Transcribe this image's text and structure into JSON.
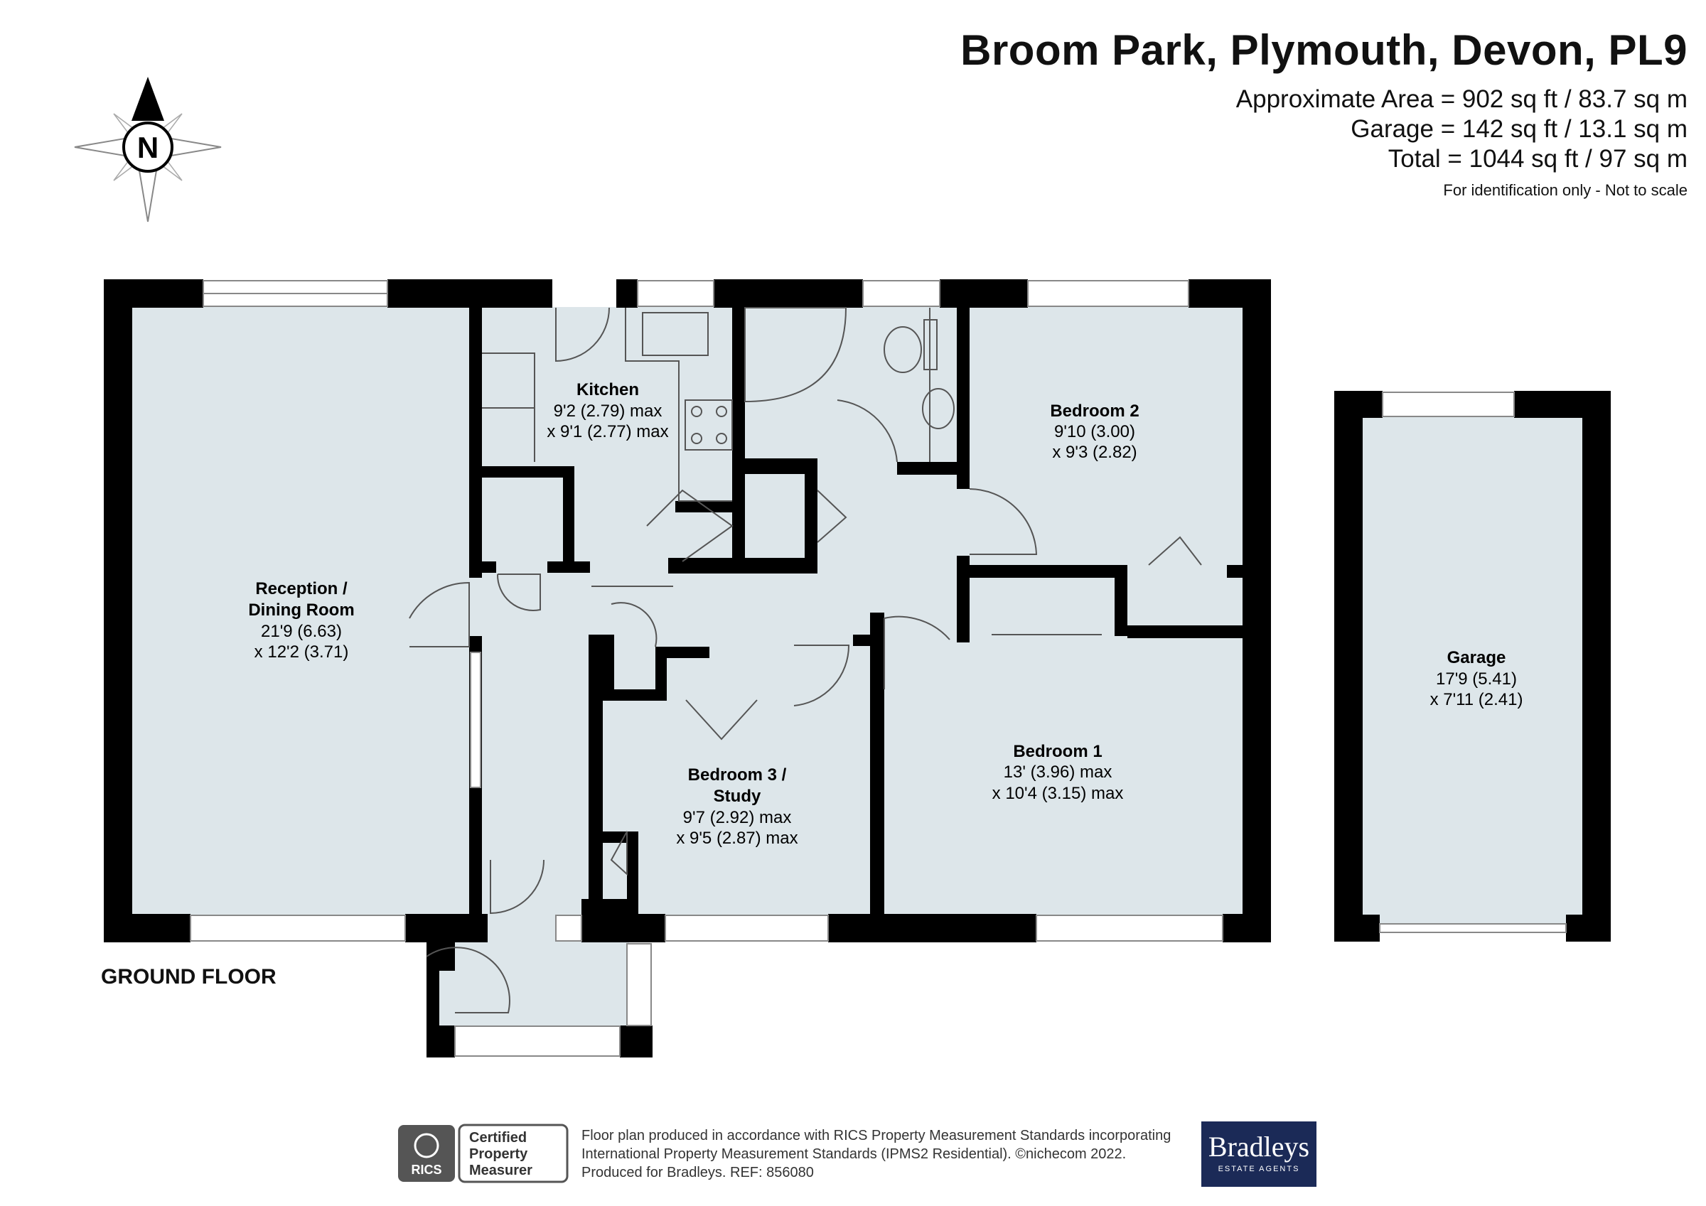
{
  "header": {
    "title": "Broom Park, Plymouth, Devon, PL9",
    "approx_area": "Approximate Area = 902 sq ft / 83.7 sq m",
    "garage_area": "Garage = 142 sq ft / 13.1 sq m",
    "total_area": "Total = 1044 sq ft / 97 sq m",
    "note": "For identification only - Not to scale"
  },
  "compass": {
    "label": "N"
  },
  "floor_label": "GROUND FLOOR",
  "rooms": {
    "reception": {
      "name_1": "Reception /",
      "name_2": "Dining Room",
      "dim_1": "21'9 (6.63)",
      "dim_2": "x 12'2 (3.71)"
    },
    "kitchen": {
      "name": "Kitchen",
      "dim_1": "9'2 (2.79) max",
      "dim_2": "x 9'1 (2.77) max"
    },
    "bedroom2": {
      "name": "Bedroom 2",
      "dim_1": "9'10 (3.00)",
      "dim_2": "x 9'3 (2.82)"
    },
    "bedroom1": {
      "name": "Bedroom 1",
      "dim_1": "13' (3.96) max",
      "dim_2": "x 10'4 (3.15) max"
    },
    "bedroom3": {
      "name_1": "Bedroom 3 /",
      "name_2": "Study",
      "dim_1": "9'7 (2.92) max",
      "dim_2": "x 9'5 (2.87) max"
    },
    "garage": {
      "name": "Garage",
      "dim_1": "17'9 (5.41)",
      "dim_2": "x 7'11 (2.41)"
    }
  },
  "footer": {
    "rics_line_1": "Certified",
    "rics_line_2": "Property",
    "rics_line_3": "Measurer",
    "rics_logo": "RICS",
    "text_1": "Floor plan produced in accordance with RICS Property Measurement Standards incorporating",
    "text_2": "International Property Measurement Standards (IPMS2 Residential).   ©nichecom 2022.",
    "text_3": "Produced for Bradleys.   REF:  856080",
    "brand_name": "Bradleys",
    "brand_sub": "ESTATE AGENTS"
  },
  "colors": {
    "wall": "#000000",
    "floor": "#dde6ea",
    "brand": "#1b2a57"
  }
}
